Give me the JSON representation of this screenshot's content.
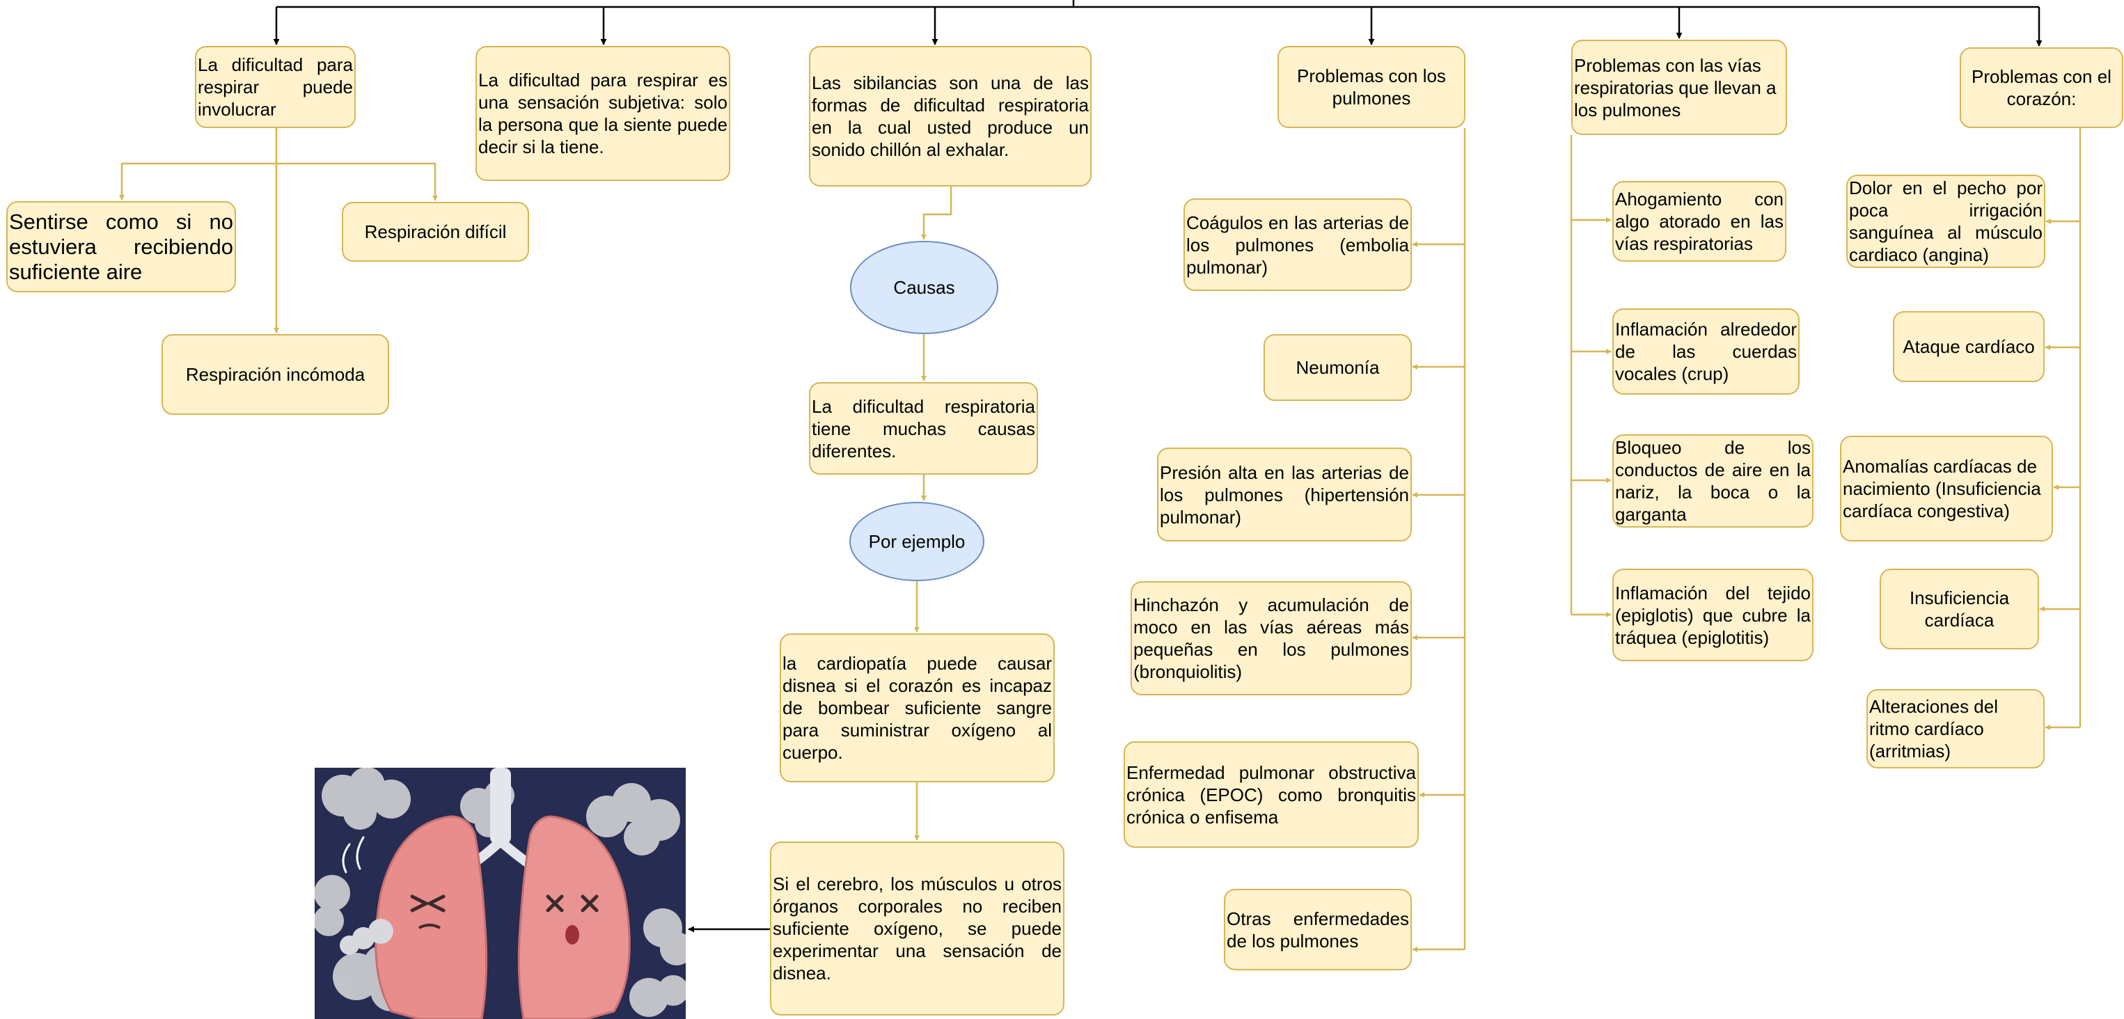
{
  "nodes": {
    "involucrar": "La dificultad para respirar puede involucrar",
    "subjetiva": "La dificultad para respirar es una sensación subjetiva: solo la persona que la siente puede decir si la tiene.",
    "sibilancias": "Las sibilancias son una de las formas de dificultad respiratoria en la cual usted produce un sonido chillón al exhalar.",
    "pulmones": "Problemas con los pulmones",
    "vias": "Problemas con las vías respiratorias que llevan a los pulmones",
    "corazon": "Problemas con el corazón:",
    "aire": "Sentirse como si no estuviera recibiendo suficiente aire",
    "dificil": "Respiración difícil",
    "incomoda": "Respiración incómoda",
    "causas": "Causas",
    "muchas_causas": "La dificultad respiratoria tiene muchas causas diferentes.",
    "ejemplo": "Por ejemplo",
    "cardiopatia": "la cardiopatía puede causar disnea si el corazón es incapaz de bombear suficiente sangre para suministrar oxígeno al cuerpo.",
    "cerebro": "Si el cerebro, los músculos u otros órganos corporales no reciben suficiente oxígeno, se puede experimentar una sensación de disnea.",
    "coagulos": "Coágulos en las arterias de los pulmones (embolia pulmonar)",
    "neumonia": "Neumonía",
    "presion": "Presión alta en las arterias de los pulmones (hipertensión pulmonar)",
    "hinchazon": "Hinchazón y acumulación de moco en las vías aéreas más pequeñas en los pulmones (bronquiolitis)",
    "epoc": "Enfermedad pulmonar obstructiva crónica (EPOC) como bronquitis crónica o enfisema",
    "otras": "Otras enfermedades de los pulmones",
    "ahogamiento": "Ahogamiento con algo atorado en las vías respiratorias",
    "crup": "Inflamación alrededor de las cuerdas vocales (crup)",
    "bloqueo": "Bloqueo de los conductos de aire en la nariz, la boca o la garganta",
    "epiglotitis": "Inflamación del tejido (epiglotis) que cubre la tráquea (epiglotitis)",
    "angina": "Dolor en el pecho por poca irrigación sanguínea al músculo cardiaco (angina)",
    "ataque": "Ataque cardíaco",
    "anomalias": "Anomalías cardíacas de nacimiento (Insuficiencia cardíaca congestiva)",
    "insuficiencia": "Insuficiencia cardíaca",
    "arritmias": "Alteraciones del ritmo cardíaco (arritmias)"
  },
  "image": {
    "icon": "lungs-cartoon-icon"
  },
  "colors": {
    "note_fill": "#fff2cc",
    "note_stroke": "#d6b656",
    "ellipse_fill": "#dae8fc",
    "ellipse_stroke": "#6c8ebf",
    "root_connector": "#000000",
    "image_background": "#262c52"
  }
}
